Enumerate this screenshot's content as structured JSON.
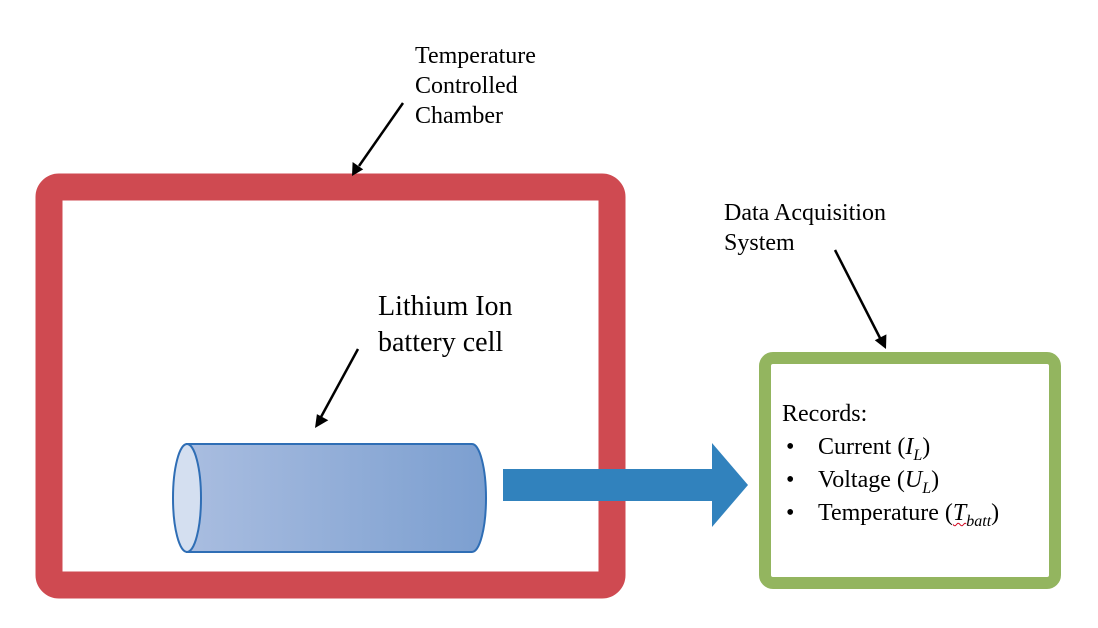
{
  "chamber": {
    "title_lines": [
      "Temperature",
      "Controlled",
      "Chamber"
    ],
    "color": "#cf4a51"
  },
  "battery": {
    "label_lines": [
      "Lithium Ion",
      "battery cell"
    ],
    "fill_start": "#a9bde0",
    "fill_end": "#7c9fd0",
    "stroke": "#2f6eb5"
  },
  "flow_arrow": {
    "color": "#3182bd"
  },
  "daq": {
    "title_lines": [
      "Data Acquisition",
      "System"
    ],
    "color": "#93b55f",
    "records_heading": "Records:",
    "bullet": "•",
    "items": [
      {
        "name": "Current",
        "symbol": "I",
        "subscript": "L"
      },
      {
        "name": "Voltage",
        "symbol": "U",
        "subscript": "L"
      },
      {
        "name": "Temperature",
        "symbol": "T",
        "subscript": "batt"
      }
    ]
  }
}
